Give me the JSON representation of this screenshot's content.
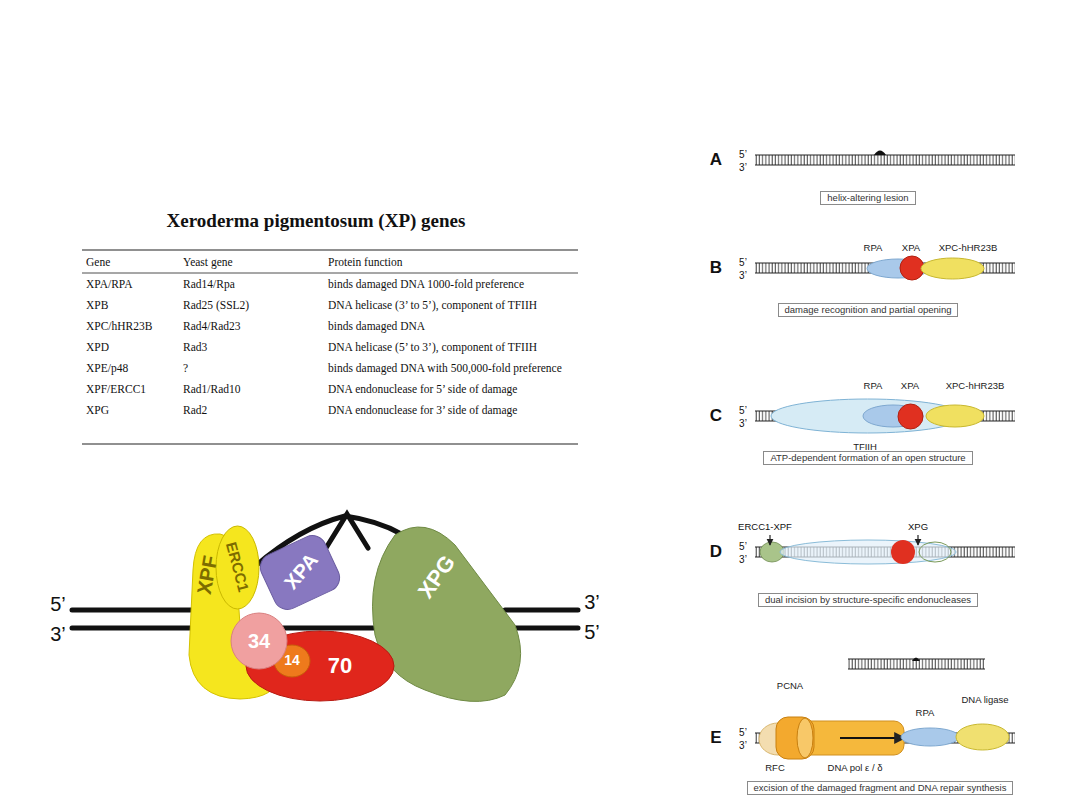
{
  "diagram": {
    "title": "Xeroderma pigmentosum (XP) genes",
    "nodes": [
      {
        "text": [
          "XPF"
        ]
      },
      {
        "text": [
          "ERCC1"
        ]
      },
      {
        "text": [
          "XPA"
        ]
      },
      {
        "text": [
          "XPG"
        ]
      },
      {
        "text": [
          "70"
        ]
      },
      {
        "text": [
          "14"
        ],
        "in": 4
      },
      {
        "text": [
          "34"
        ]
      },
      {
        "text": [
          "helix-altering lesion"
        ]
      },
      {
        "text": [
          "RPA"
        ]
      },
      {
        "text": [
          "XPA"
        ]
      },
      {
        "text": [
          "XPC-hHR23B"
        ]
      },
      {
        "text": [
          "damage recognition and  partial opening"
        ]
      },
      {
        "text": [
          "TFIIH"
        ]
      },
      {
        "text": [
          "RPA"
        ]
      },
      {
        "text": [
          "XPA"
        ]
      },
      {
        "text": [
          "XPC-hHR23B"
        ]
      },
      {
        "text": [
          "ATP-dependent  formation of an open structure"
        ]
      },
      {
        "text": [
          "dual incision by structure-specific endonucleases"
        ]
      },
      {
        "text": [
          "RFC"
        ]
      },
      {
        "text": [
          "DNA pol ε / δ"
        ]
      },
      {
        "text": [
          "PCNA"
        ]
      },
      {
        "text": [
          "RPA"
        ]
      },
      {
        "text": [
          "DNA ligase"
        ]
      },
      {
        "text": [
          "excision of the damaged fragment and DNA repair synthesis"
        ]
      }
    ],
    "labels": [
      "Gene",
      "Yeast gene",
      "Protein function",
      "XPA/RPA",
      "Rad14/Rpa",
      "binds damaged DNA 1000-fold preference",
      "XPB",
      "Rad25 (SSL2)",
      "DNA helicase (3’ to 5’), component of TFIIH",
      "XPC/hHR23B",
      "Rad4/Rad23",
      "binds damaged DNA",
      "XPD",
      "Rad3",
      "DNA helicase (5’ to 3’), component of TFIIH",
      "XPE/p48",
      "?",
      "binds damaged DNA with 500,000-fold preference",
      "XPF/ERCC1",
      "Rad1/Rad10",
      "DNA endonuclease for 5’ side of damage",
      "XPG",
      "Rad2",
      "DNA endonuclease for 3’ side of damage",
      "5’",
      "3’",
      "3’",
      "5’",
      "A",
      "5’",
      "3’",
      "B",
      "5’",
      "3’",
      "C",
      "5’",
      "3’",
      "D",
      "5’",
      "3’",
      "ERCC1-XPF",
      "XPG",
      "E",
      "5’",
      "3’"
    ]
  }
}
